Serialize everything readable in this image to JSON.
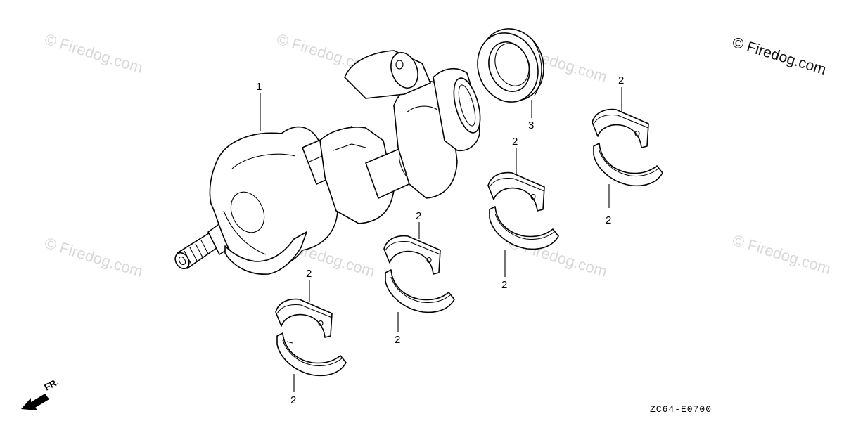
{
  "watermark": "© Firedog.com",
  "diagram_code": "ZC64-E0700",
  "direction_label": "FR.",
  "callouts": {
    "crankshaft": "1",
    "bearing": "2",
    "oil_seal": "3"
  },
  "colors": {
    "line": "#000000",
    "watermark": "#d8d8d8",
    "background": "#ffffff"
  }
}
